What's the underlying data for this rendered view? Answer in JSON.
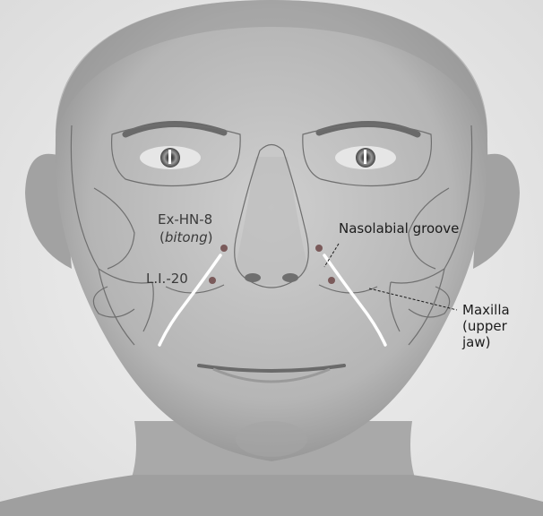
{
  "labels": {
    "exhn8": "Ex-HN-8",
    "bitong": "bitong",
    "li20": "L.I.-20",
    "nasolabial": "Nasolabial groove",
    "maxilla_1": "Maxilla",
    "maxilla_2": "(upper",
    "maxilla_3": "jaw)"
  },
  "colors": {
    "background": "#e8e8e8",
    "skin_highlight": "#cfcfcf",
    "skin_shadow": "#8a8a8a",
    "bone_outline": "#6f6f6f",
    "groove_line": "#ffffff",
    "acupoint": "#7a5a5a"
  }
}
